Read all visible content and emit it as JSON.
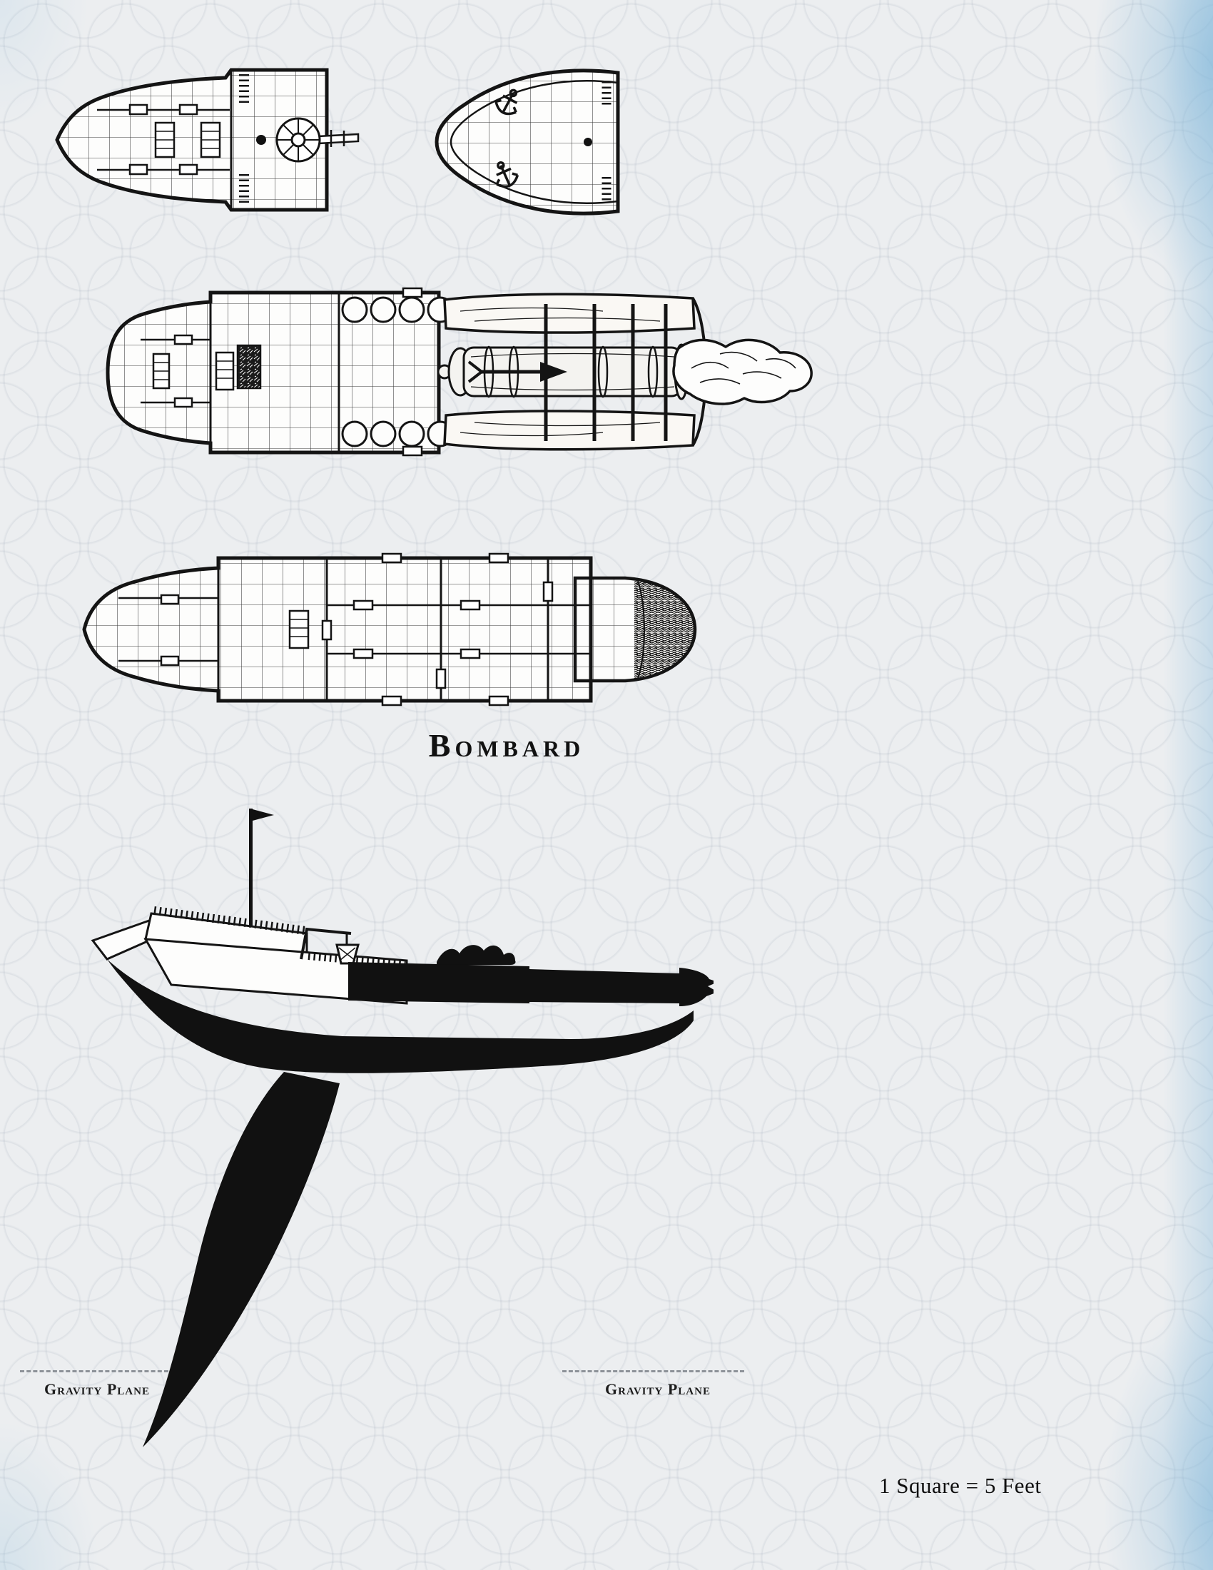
{
  "page": {
    "title": "Bombard",
    "scale_note": "1 Square = 5 Feet"
  },
  "gravity": {
    "left_label": "Gravity Plane",
    "right_label": "Gravity Plane"
  },
  "drawings": {
    "top_left": "aft-upper-deck-plan",
    "top_right": "forecastle-deck-plan",
    "middle": "main-deck-plan-with-bombard-cannon-firing",
    "lower": "lower-deck-plan-with-ram",
    "bottom": "ship-side-profile-silhouette"
  },
  "colors": {
    "ink": "#141414",
    "paper": "#eceef0",
    "edge_tint_blue": "#8cbede"
  },
  "scale": {
    "square_feet": 5
  }
}
